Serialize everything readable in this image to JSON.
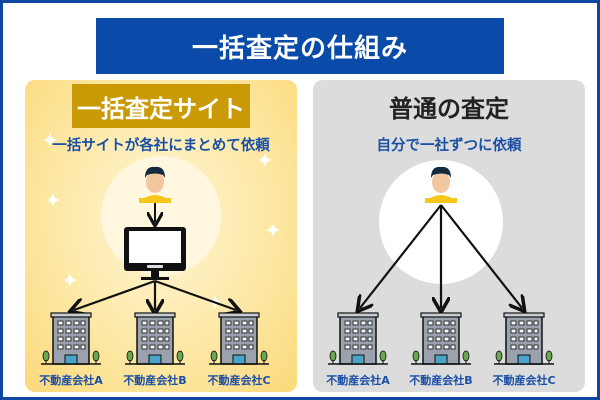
{
  "title": "一括査定の仕組み",
  "left_panel": {
    "heading": "一括査定サイト",
    "subtitle": "一括サイトが各社にまとめて依頼",
    "companies": [
      "不動産会社A",
      "不動産会社B",
      "不動産会社C"
    ]
  },
  "right_panel": {
    "heading": "普通の査定",
    "subtitle": "自分で一社ずつに依頼",
    "companies": [
      "不動産会社A",
      "不動産会社B",
      "不動産会社C"
    ]
  },
  "colors": {
    "frame": "#0d47a1",
    "title_bg": "#0a4aa8",
    "badge_bg": "#c99a06",
    "subtitle_text": "#1a4fa6",
    "right_bg": "#dcdcdc"
  },
  "icons": [
    "person-icon",
    "monitor-icon",
    "building-icon",
    "arrow-icon",
    "sparkle-icon"
  ]
}
